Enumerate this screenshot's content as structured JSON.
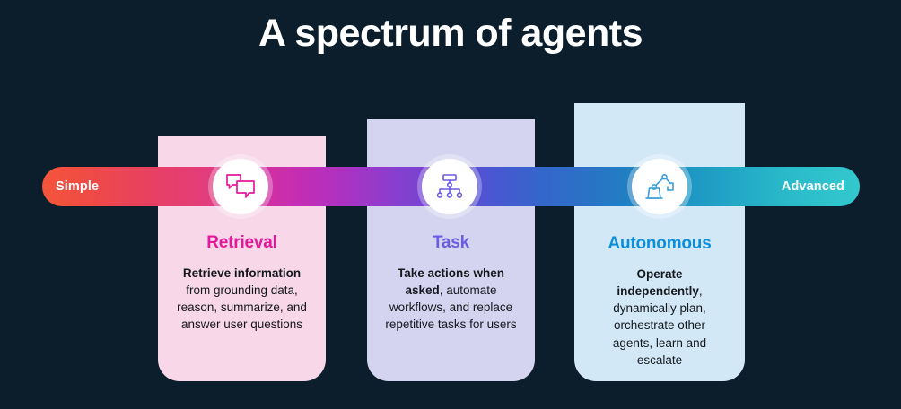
{
  "page": {
    "title": "A spectrum of agents",
    "background_color": "#0c1d2b"
  },
  "spectrum": {
    "left_label": "Simple",
    "right_label": "Advanced",
    "gradient_stops": [
      "#f4553a",
      "#e23d7c",
      "#c22db5",
      "#8340cf",
      "#4a56d2",
      "#2775c4",
      "#33c8cd"
    ]
  },
  "stages": [
    {
      "id": "retrieval",
      "heading": "Retrieval",
      "heading_color": "#e5189b",
      "card_color": "#f7d7e8",
      "icon_name": "chat-bubbles-icon",
      "icon_color": "#e5189b",
      "body_bold": "Retrieve information",
      "body_rest": " from grounding data, reason, summarize, and answer user questions"
    },
    {
      "id": "task",
      "heading": "Task",
      "heading_color": "#6a5de0",
      "card_color": "#d5d4f0",
      "icon_name": "workflow-hierarchy-icon",
      "icon_color": "#6a5de0",
      "body_bold": "Take actions when asked",
      "body_rest": ", automate workflows, and replace repetitive tasks for users"
    },
    {
      "id": "autonomous",
      "heading": "Autonomous",
      "heading_color": "#0a8fdc",
      "card_color": "#d3e8f7",
      "icon_name": "robotic-arm-icon",
      "icon_color": "#0a8fdc",
      "body_bold": "Operate independently",
      "body_rest": ", dynamically plan, orchestrate other agents, learn and escalate"
    }
  ]
}
